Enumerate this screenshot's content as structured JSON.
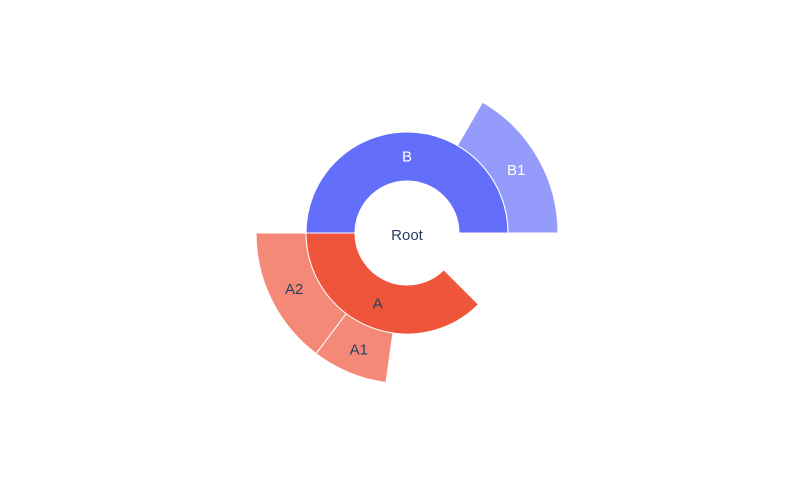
{
  "chart_data": {
    "type": "sunburst",
    "root": {
      "label": "Root",
      "color": "#ffffff",
      "text_color": "#2a3f5f"
    },
    "nodes": [
      {
        "id": "B",
        "label": "B",
        "parent": "Root",
        "start_deg": 0,
        "end_deg": 180,
        "color": "#636efa",
        "text_color": "#ffffff"
      },
      {
        "id": "A",
        "label": "A",
        "parent": "Root",
        "start_deg": 180,
        "end_deg": 315,
        "color": "#ef553b",
        "text_color": "#2a3f5f"
      },
      {
        "id": "B1",
        "label": "B1",
        "parent": "B",
        "start_deg": 0,
        "end_deg": 60,
        "color": "#959bfb",
        "text_color": "#ffffff"
      },
      {
        "id": "A2",
        "label": "A2",
        "parent": "A",
        "start_deg": 180,
        "end_deg": 233,
        "color": "#f58977",
        "text_color": "#2a3f5f"
      },
      {
        "id": "A1",
        "label": "A1",
        "parent": "A",
        "start_deg": 233,
        "end_deg": 262,
        "color": "#f58977",
        "text_color": "#2a3f5f"
      }
    ]
  }
}
